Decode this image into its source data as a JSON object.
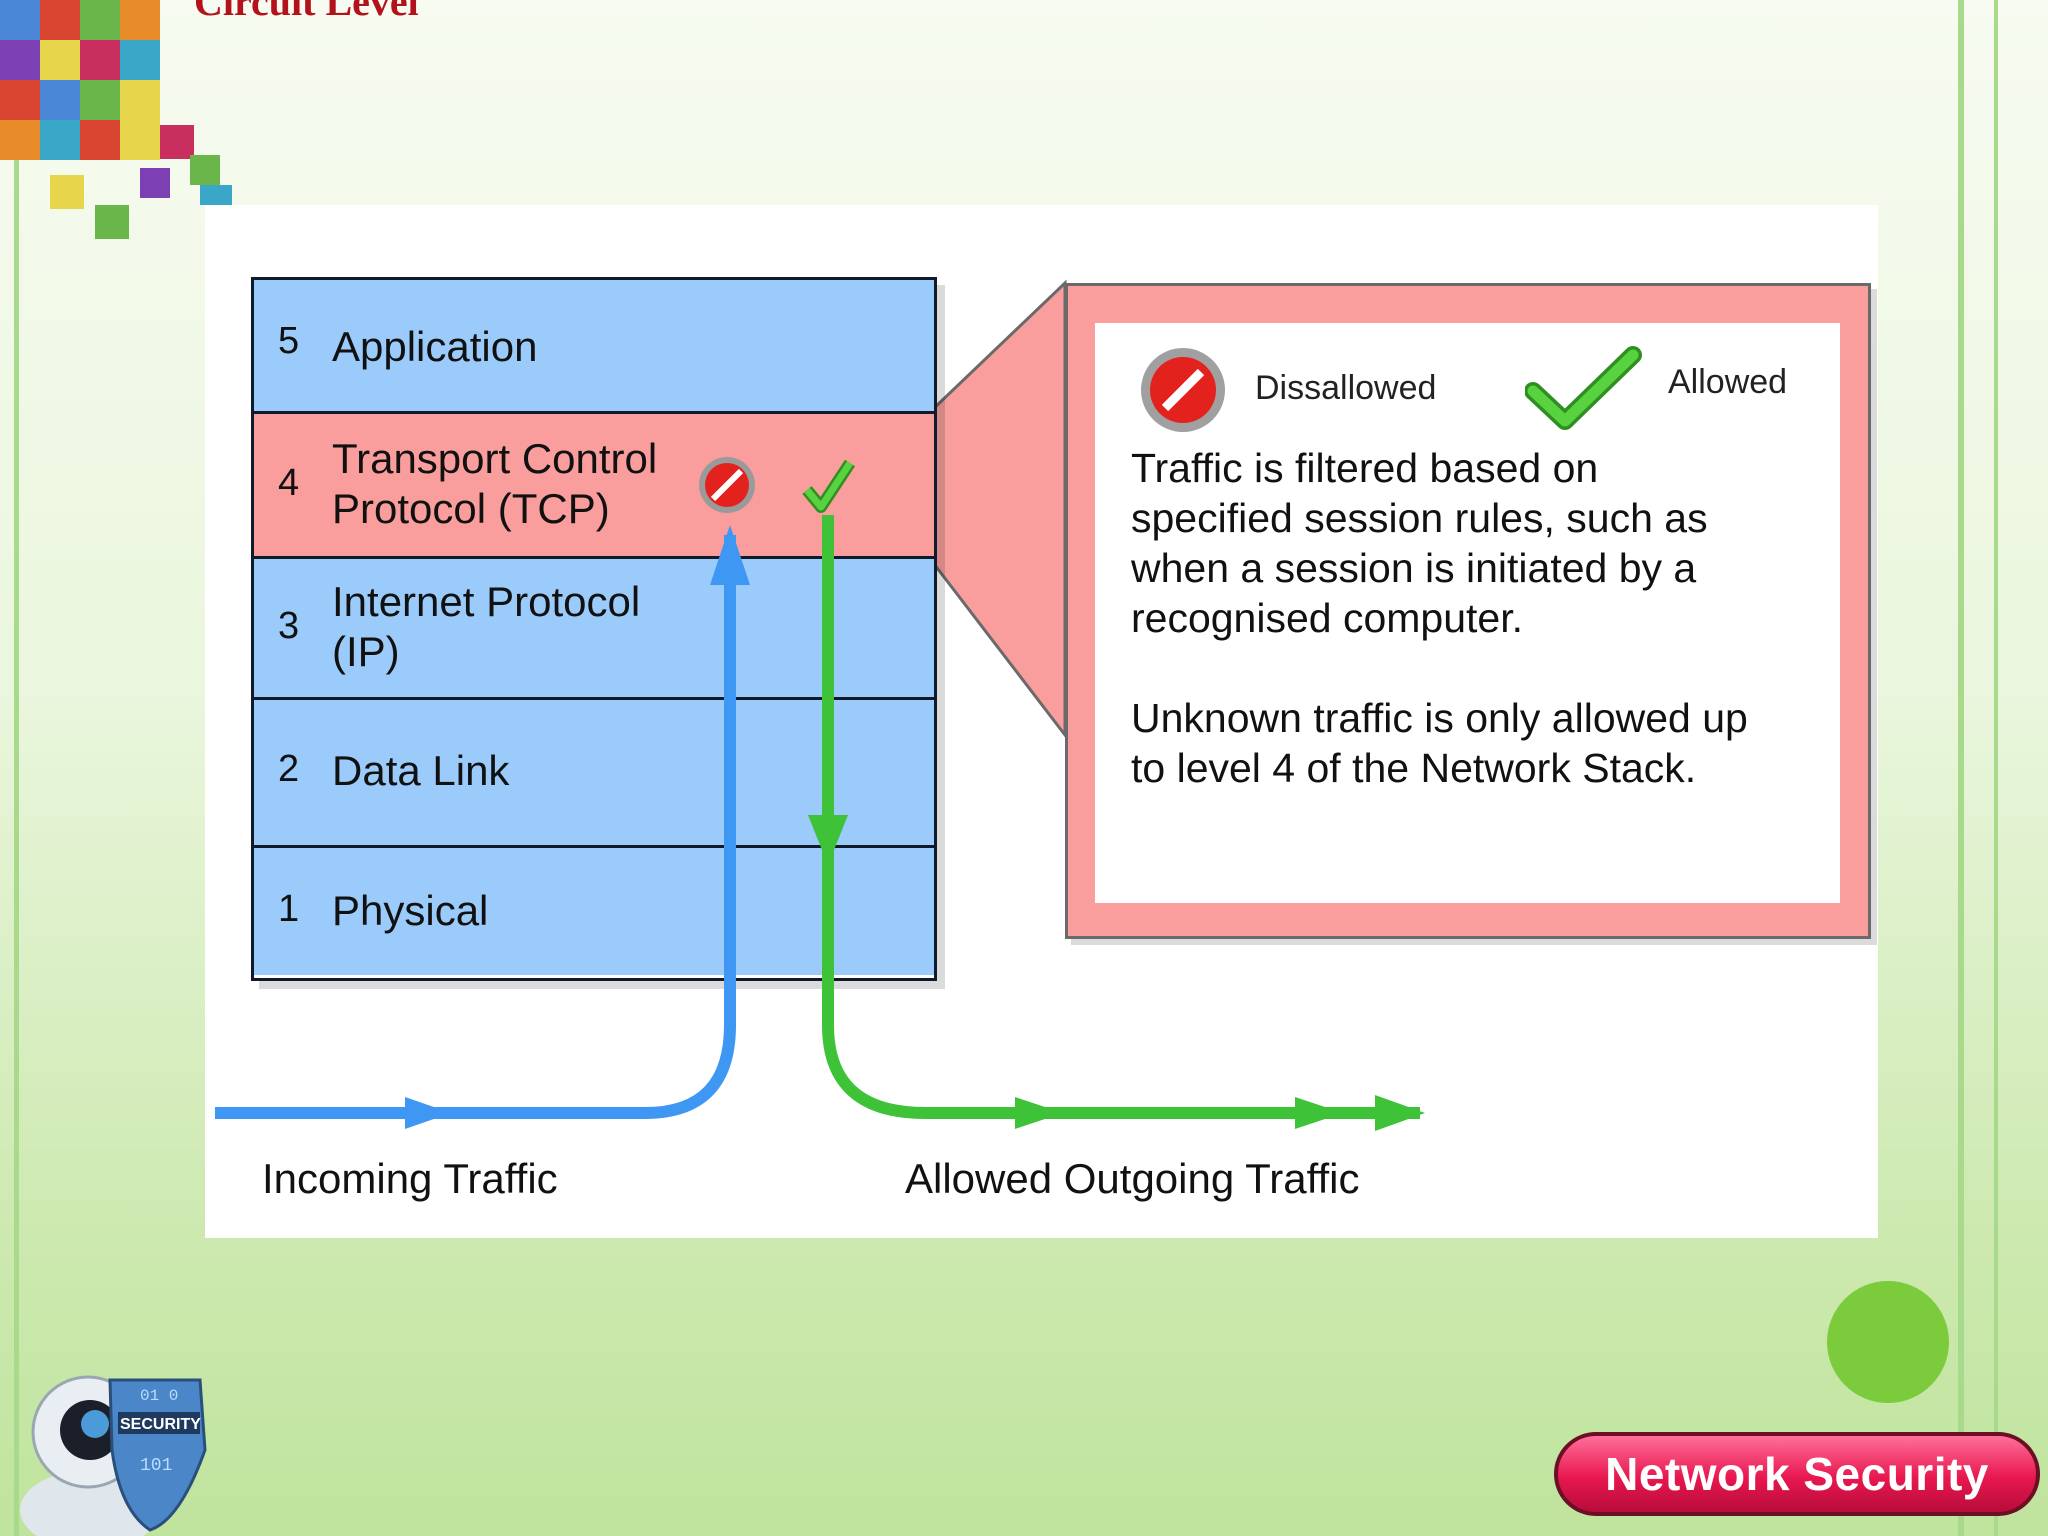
{
  "title": "Circuit Level",
  "layers": [
    {
      "num": "5",
      "line1": "Application",
      "line2": ""
    },
    {
      "num": "4",
      "line1": "Transport Control",
      "line2": "Protocol (TCP)"
    },
    {
      "num": "3",
      "line1": "Internet Protocol",
      "line2": "(IP)"
    },
    {
      "num": "2",
      "line1": "Data Link",
      "line2": ""
    },
    {
      "num": "1",
      "line1": "Physical",
      "line2": ""
    }
  ],
  "legend": {
    "disallowed": "Dissallowed",
    "allowed": "Allowed"
  },
  "callout": {
    "paragraph1": [
      "Traffic is filtered based on",
      "specified session rules, such as",
      "when a session is initiated by a",
      "recognised computer."
    ],
    "paragraph2": [
      "Unknown traffic is only allowed up",
      "to level 4 of the Network Stack."
    ]
  },
  "labels": {
    "incoming": "Incoming Traffic",
    "outgoing": "Allowed Outgoing Traffic"
  },
  "badge": "Network Security",
  "colors": {
    "layer_blue": "#9acbfb",
    "layer_red": "#f99e9c",
    "incoming_arrow": "#3f97f4",
    "outgoing_arrow": "#3dc238",
    "title": "#b3121a",
    "badge": "#e8174f"
  },
  "icons": {
    "cube_decoration": "colorful-cubes",
    "robot_decoration": "security-robot",
    "stop": "no-entry-icon",
    "check": "checkmark-icon"
  }
}
